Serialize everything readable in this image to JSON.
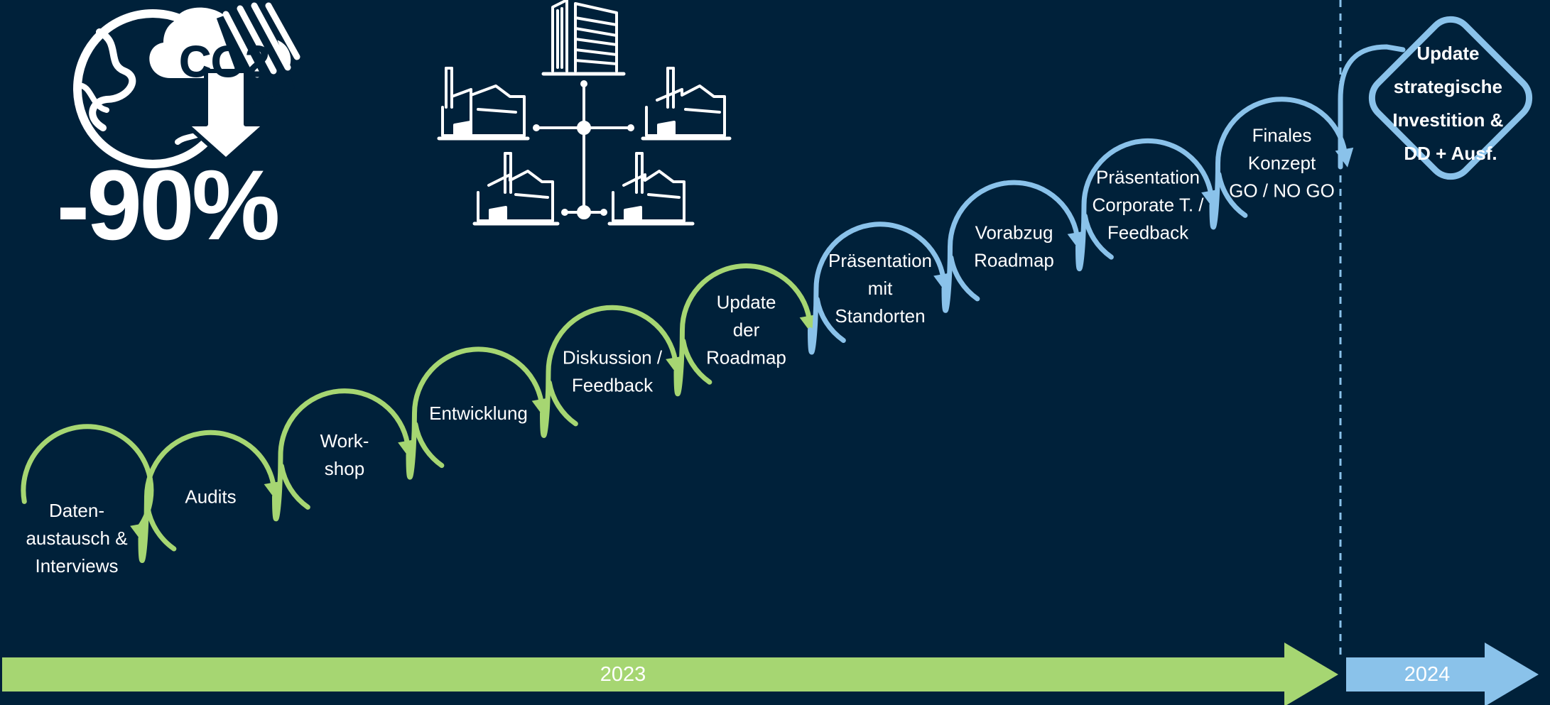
{
  "colors": {
    "background": "#00213a",
    "green": "#a6d672",
    "blue": "#8ac2ea",
    "white": "#ffffff"
  },
  "badge": {
    "co2_label": "CO2",
    "reduction_label": "-90%",
    "icon": "globe-cloud-co2-arrow-icon"
  },
  "network_icon": "corporate-hq-with-sites-network-icon",
  "steps": [
    {
      "lines": [
        "Daten-",
        "austausch &",
        "Interviews"
      ],
      "phase": "2023"
    },
    {
      "lines": [
        "Audits"
      ],
      "phase": "2023"
    },
    {
      "lines": [
        "Work-",
        "shop"
      ],
      "phase": "2023"
    },
    {
      "lines": [
        "Entwicklung"
      ],
      "phase": "2023"
    },
    {
      "lines": [
        "Diskussion /",
        "Feedback"
      ],
      "phase": "2023"
    },
    {
      "lines": [
        "Update",
        "der",
        "Roadmap"
      ],
      "phase": "2023"
    },
    {
      "lines": [
        "Präsentation",
        "mit",
        "Standorten"
      ],
      "phase": "2024"
    },
    {
      "lines": [
        "Vorabzug",
        "Roadmap"
      ],
      "phase": "2024"
    },
    {
      "lines": [
        "Präsentation",
        "Corporate T. /",
        "Feedback"
      ],
      "phase": "2024"
    },
    {
      "lines": [
        "Finales",
        "Konzept",
        "GO / NO GO"
      ],
      "phase": "2024"
    }
  ],
  "final_step": {
    "lines": [
      "Update",
      "strategische",
      "Investition &",
      "DD + Ausf."
    ]
  },
  "timeline": [
    {
      "label": "2023",
      "color": "#a6d672"
    },
    {
      "label": "2024",
      "color": "#8ac2ea"
    }
  ]
}
